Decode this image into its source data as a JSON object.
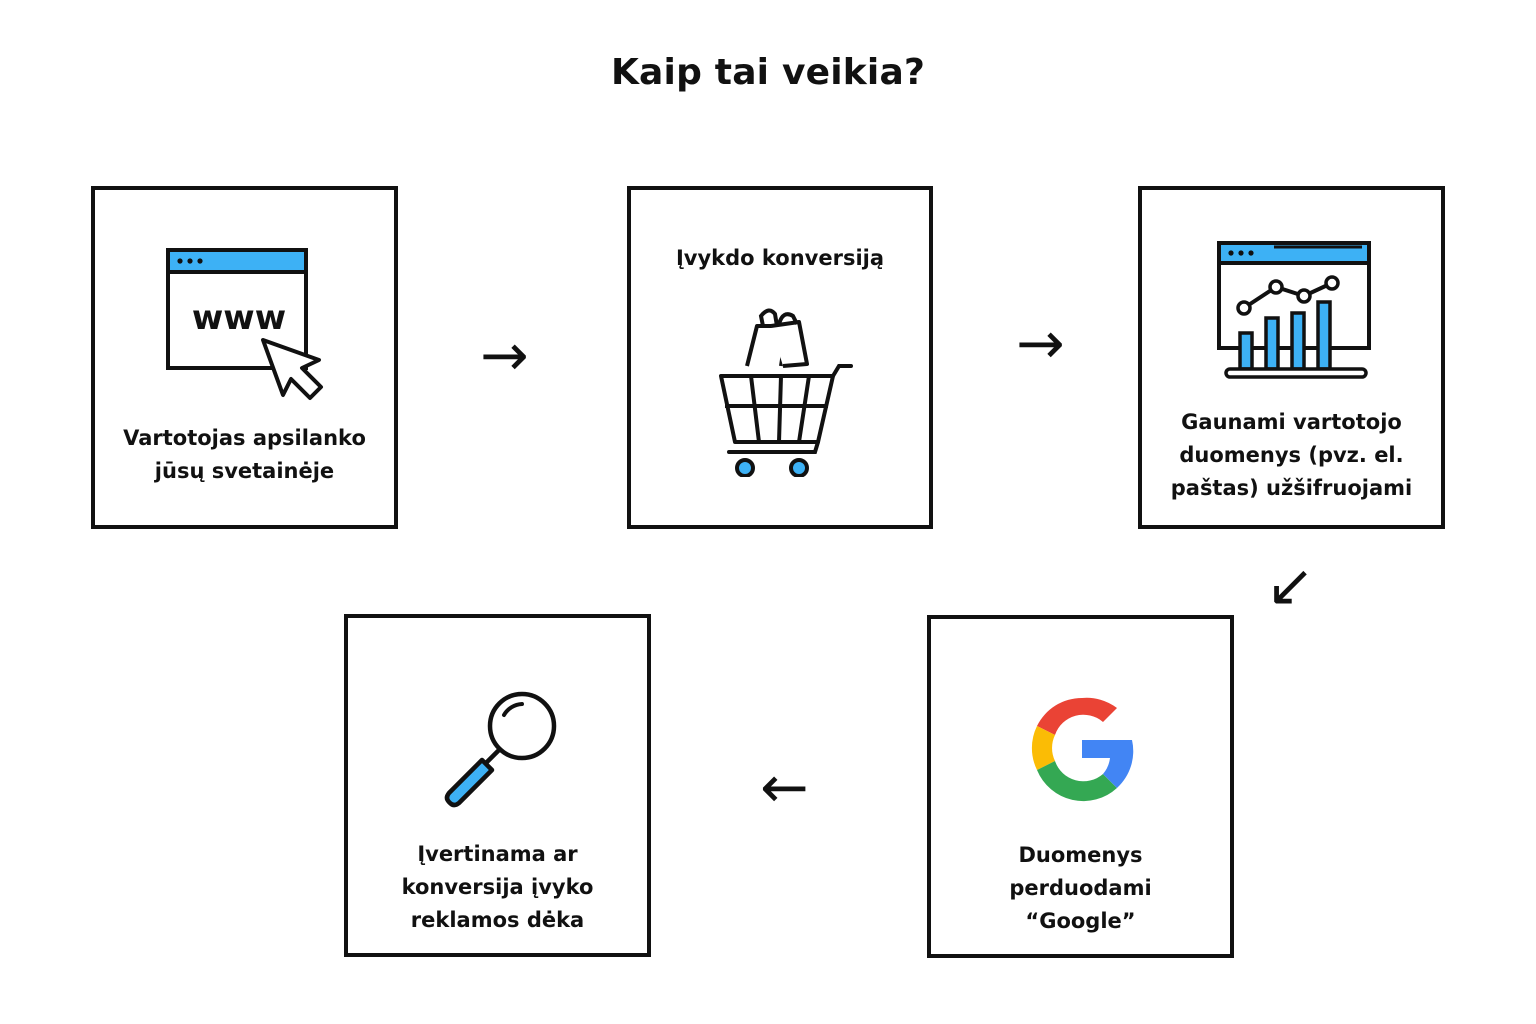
{
  "title": "Kaip tai veikia?",
  "colors": {
    "accent_blue": "#3db1f5",
    "stroke": "#111111",
    "google_red": "#ea4335",
    "google_yellow": "#fbbc05",
    "google_green": "#34a853",
    "google_blue": "#4285f4"
  },
  "steps": [
    {
      "label": "Vartotojas apsilanko\njūsų svetainėje",
      "icon": "website-cursor-icon",
      "www_text": "www"
    },
    {
      "label": "Įvykdo konversiją",
      "icon": "shopping-cart-icon"
    },
    {
      "label": "Gaunami vartotojo\nduomenys (pvz. el.\npaštas) užšifruojami",
      "icon": "analytics-dashboard-icon"
    },
    {
      "label": "Duomenys\nperduodami\n“Google”",
      "icon": "google-logo-icon"
    },
    {
      "label": "Įvertinama ar\nkonversija įvyko\nreklamos dėka",
      "icon": "magnifier-icon"
    }
  ],
  "arrows": [
    "→",
    "→",
    "↙",
    "←"
  ]
}
